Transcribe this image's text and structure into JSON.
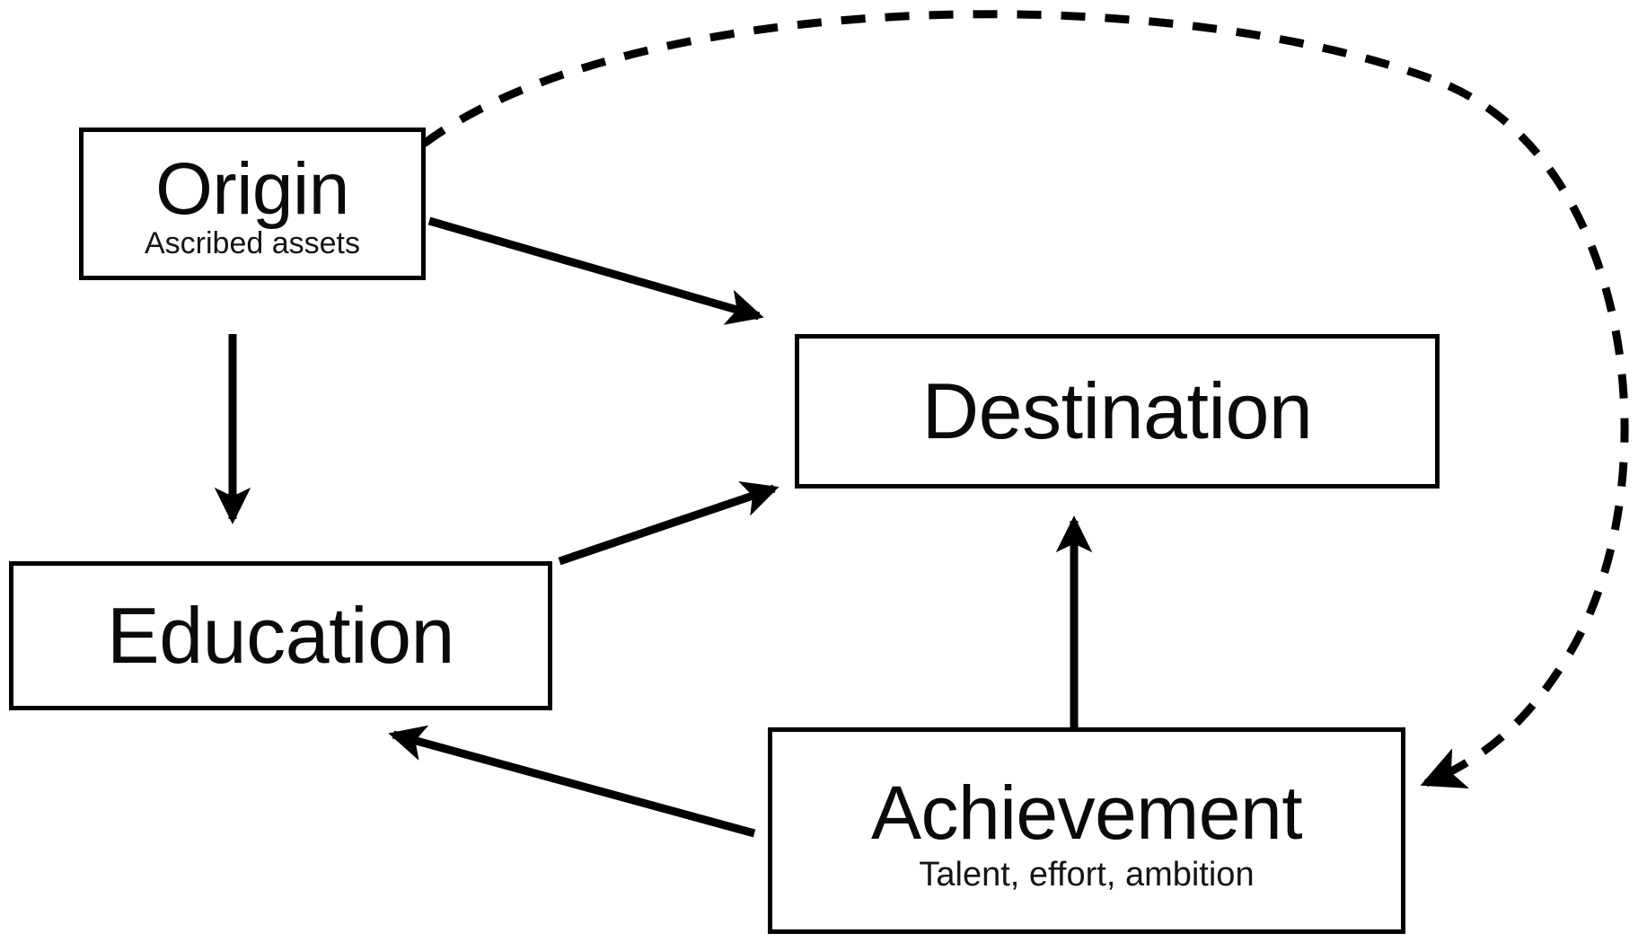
{
  "diagram": {
    "type": "flow-diagram",
    "background_color": "#ffffff",
    "line_color": "#000000",
    "nodes": [
      {
        "id": "origin",
        "title": "Origin",
        "subtitle": "Ascribed assets"
      },
      {
        "id": "destination",
        "title": "Destination",
        "subtitle": ""
      },
      {
        "id": "education",
        "title": "Education",
        "subtitle": ""
      },
      {
        "id": "achievement",
        "title": "Achievement",
        "subtitle": "Talent, effort, ambition"
      }
    ],
    "edges": [
      {
        "id": "origin-to-destination",
        "from": "origin",
        "to": "destination",
        "style": "solid",
        "arrow": "single"
      },
      {
        "id": "origin-to-education",
        "from": "origin",
        "to": "education",
        "style": "solid",
        "arrow": "single"
      },
      {
        "id": "education-to-destination",
        "from": "education",
        "to": "destination",
        "style": "solid",
        "arrow": "single"
      },
      {
        "id": "achievement-to-destination",
        "from": "achievement",
        "to": "destination",
        "style": "solid",
        "arrow": "single"
      },
      {
        "id": "achievement-to-education",
        "from": "achievement",
        "to": "education",
        "style": "solid",
        "arrow": "single"
      },
      {
        "id": "origin-to-achievement",
        "from": "origin",
        "to": "achievement",
        "style": "dashed",
        "arrow": "single"
      }
    ]
  }
}
